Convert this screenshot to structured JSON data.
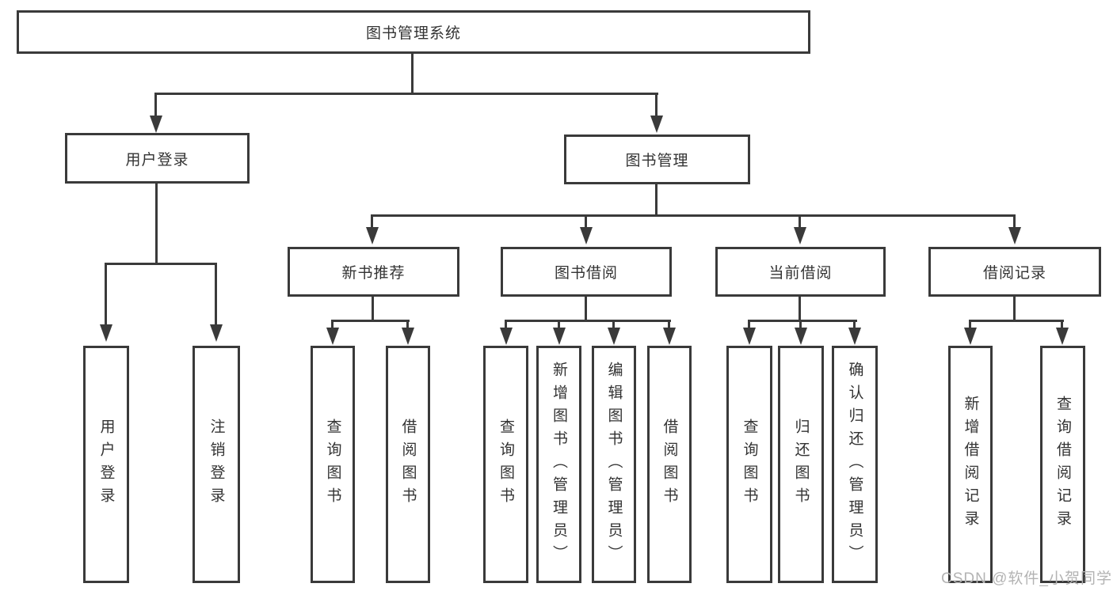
{
  "diagram": {
    "root": {
      "label": "图书管理系统"
    },
    "user_login": {
      "label": "用户登录",
      "children": [
        {
          "label": "用户登录"
        },
        {
          "label": "注销登录"
        }
      ]
    },
    "book_management": {
      "label": "图书管理",
      "sections": [
        {
          "label": "新书推荐",
          "children": [
            {
              "label": "查询图书"
            },
            {
              "label": "借阅图书"
            }
          ]
        },
        {
          "label": "图书借阅",
          "children": [
            {
              "label": "查询图书"
            },
            {
              "label": "新增图书（管理员）"
            },
            {
              "label": "编辑图书（管理员）"
            },
            {
              "label": "借阅图书"
            }
          ]
        },
        {
          "label": "当前借阅",
          "children": [
            {
              "label": "查询图书"
            },
            {
              "label": "归还图书"
            },
            {
              "label": "确认归还（管理员）"
            }
          ]
        },
        {
          "label": "借阅记录",
          "children": [
            {
              "label": "新增借阅记录"
            },
            {
              "label": "查询借阅记录"
            }
          ]
        }
      ]
    }
  },
  "watermark": "CSDN @软件_小贺同学",
  "colors": {
    "line": "#3a3a3a",
    "text": "#333333",
    "watermark": "#b3b3b3",
    "background": "#ffffff"
  }
}
